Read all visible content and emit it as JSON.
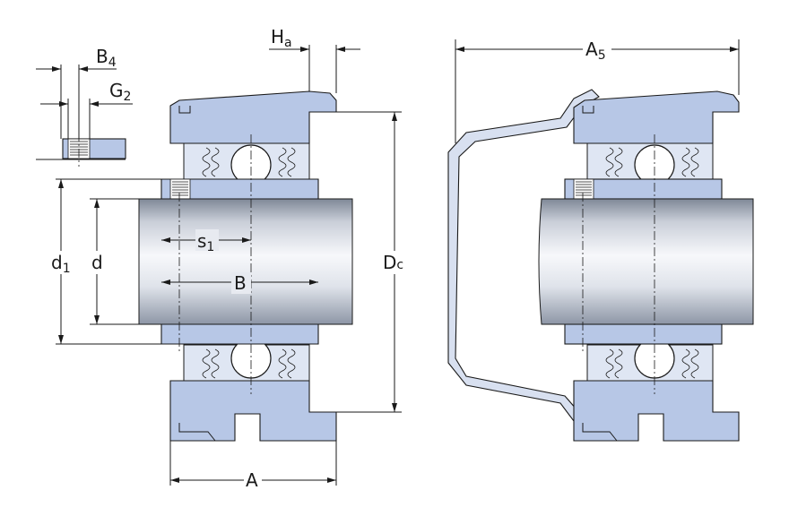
{
  "labels": {
    "Ha": "H",
    "Ha_sub": "a",
    "B4": "B",
    "B4_sub": "4",
    "G2": "G",
    "G2_sub": "2",
    "d1": "d",
    "d1_sub": "1",
    "d": "d",
    "s1": "s",
    "s1_sub": "1",
    "B": "B",
    "Dc": "D",
    "Dc_sub": "c",
    "A": "A",
    "A5": "A",
    "A5_sub": "5"
  },
  "colors": {
    "housing": "#b7c7e6",
    "shaft_light": "#f4f6fa",
    "shaft_dark": "#9aa3b2",
    "line": "#1a1a1a"
  }
}
